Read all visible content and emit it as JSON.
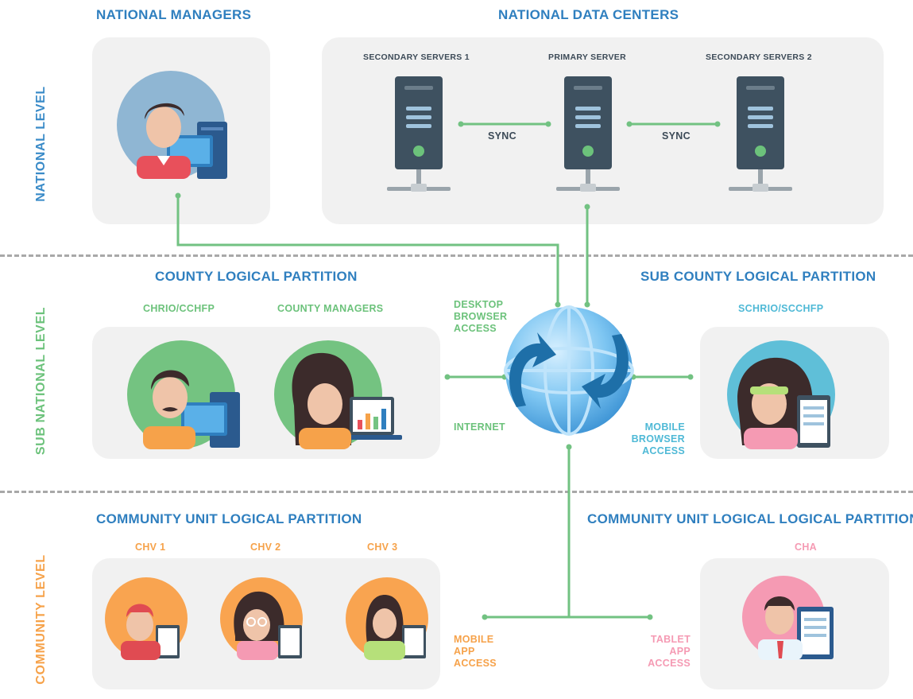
{
  "levels": {
    "national": "NATIONAL LEVEL",
    "sub_national": "SUB NATIONAL LEVEL",
    "community": "COMMUNITY  LEVEL"
  },
  "national": {
    "managers_title": "NATIONAL MANAGERS",
    "data_centers_title": "NATIONAL DATA CENTERS",
    "servers": [
      {
        "label": "SECONDARY SERVERS 1"
      },
      {
        "label": "PRIMARY SERVER"
      },
      {
        "label": "SECONDARY SERVERS 2"
      }
    ],
    "sync_labels": [
      "SYNC",
      "SYNC"
    ]
  },
  "sub_national": {
    "county_title": "COUNTY LOGICAL PARTITION",
    "subcounty_title": "SUB COUNTY LOGICAL PARTITION",
    "county_roles": [
      "CHRIO/CCHFP",
      "COUNTY MANAGERS"
    ],
    "subcounty_role": "SCHRIO/SCCHFP"
  },
  "community": {
    "left_title": "COMMUNITY UNIT LOGICAL PARTITION",
    "right_title": "COMMUNITY UNIT LOGICAL  LOGICAL PARTITION",
    "chvs": [
      "CHV 1",
      "CHV 2",
      "CHV 3"
    ],
    "cha": "CHA"
  },
  "access": {
    "desktop": "DESKTOP\nBROWSER\nACCESS",
    "internet": "INTERNET",
    "mobile_browser": "MOBILE\nBROWSER\nACCESS",
    "mobile_app": "MOBILE\nAPP\nACCESS",
    "tablet_app": "TABLET\nAPP\nACCESS"
  },
  "colors": {
    "heading_blue": "#2f7fbf",
    "connector_green": "#72c282",
    "national_blue": "#3a8bc8",
    "sub_national_green": "#6cc27b",
    "community_orange": "#f6a24a",
    "subcounty_cyan": "#4fb9d6",
    "cha_pink": "#f59ab3",
    "server_dark": "#3e5160"
  }
}
